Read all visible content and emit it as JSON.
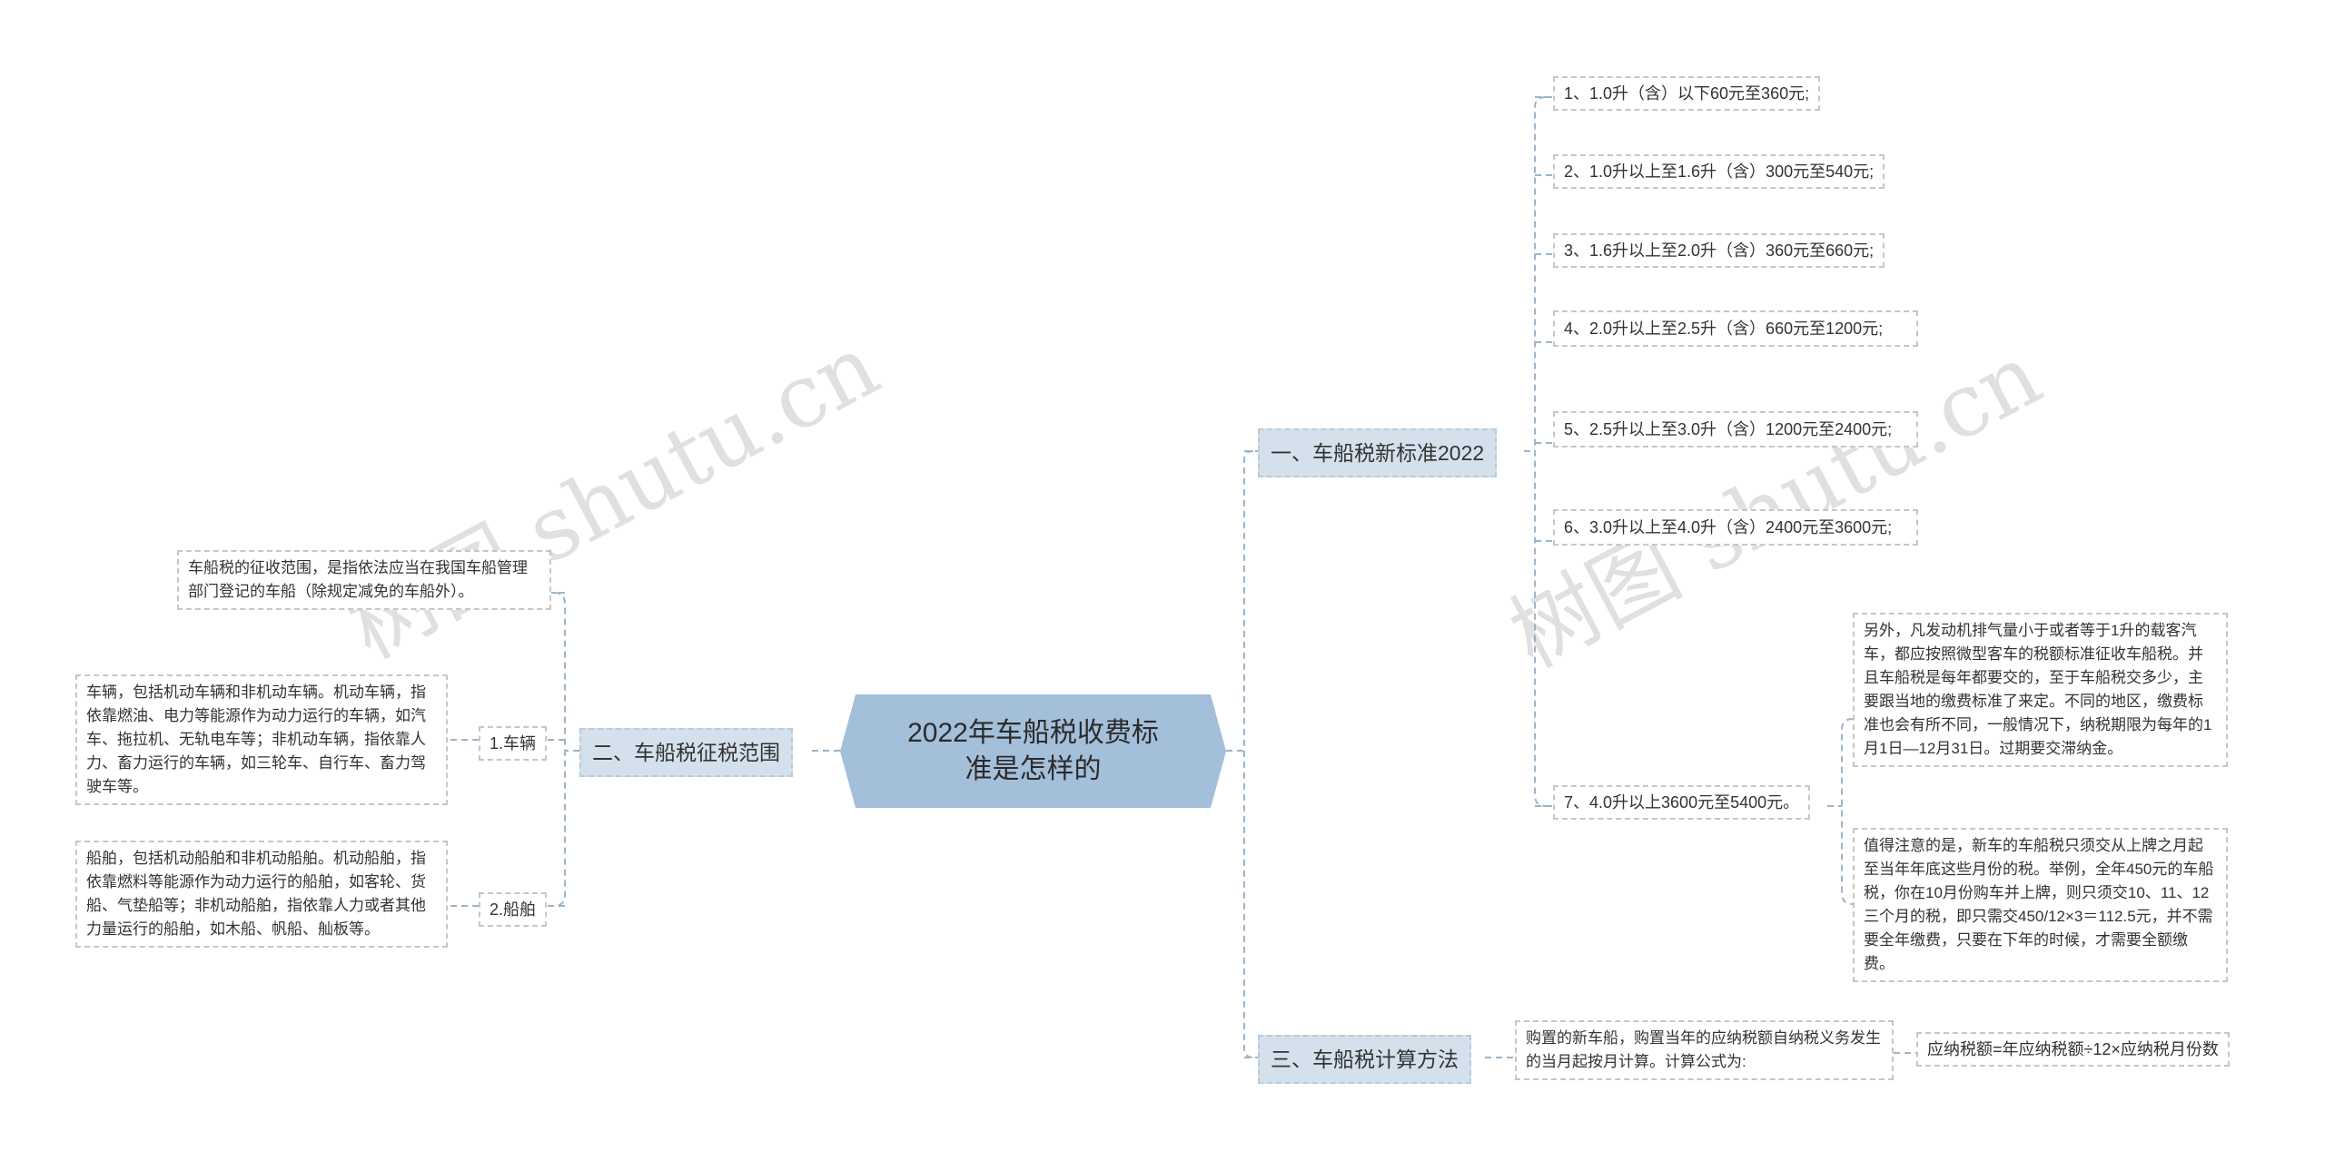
{
  "root": "2022年车船税收费标准是怎样的",
  "branch1": {
    "title": "一、车船税新标准2022",
    "items": [
      "1、1.0升（含）以下60元至360元;",
      "2、1.0升以上至1.6升（含）300元至540元;",
      "3、1.6升以上至2.0升（含）360元至660元;",
      "4、2.0升以上至2.5升（含）660元至1200元;",
      "5、2.5升以上至3.0升（含）1200元至2400元;",
      "6、3.0升以上至4.0升（含）2400元至3600元;",
      "7、4.0升以上3600元至5400元。"
    ],
    "notes": [
      "另外，凡发动机排气量小于或者等于1升的载客汽车，都应按照微型客车的税额标准征收车船税。并且车船税是每年都要交的，至于车船税交多少，主要跟当地的缴费标准了来定。不同的地区，缴费标准也会有所不同，一般情况下，纳税期限为每年的1月1日—12月31日。过期要交滞纳金。",
      "值得注意的是，新车的车船税只须交从上牌之月起至当年年底这些月份的税。举例，全年450元的车船税，你在10月份购车并上牌，则只须交10、11、12三个月的税，即只需交450/12×3＝112.5元，并不需要全年缴费，只要在下年的时候，才需要全额缴费。"
    ]
  },
  "branch2": {
    "title": "二、车船税征税范围",
    "intro": "车船税的征收范围，是指依法应当在我国车船管理部门登记的车船（除规定减免的车船外）。",
    "vehicle_label": "1.车辆",
    "vehicle_text": "车辆，包括机动车辆和非机动车辆。机动车辆，指依靠燃油、电力等能源作为动力运行的车辆，如汽车、拖拉机、无轨电车等；非机动车辆，指依靠人力、畜力运行的车辆，如三轮车、自行车、畜力驾驶车等。",
    "ship_label": "2.船舶",
    "ship_text": "船舶，包括机动船舶和非机动船舶。机动船舶，指依靠燃料等能源作为动力运行的船舶，如客轮、货船、气垫船等；非机动船舶，指依靠人力或者其他力量运行的船舶，如木船、帆船、舢板等。"
  },
  "branch3": {
    "title": "三、车船税计算方法",
    "text": "购置的新车船，购置当年的应纳税额自纳税义务发生的当月起按月计算。计算公式为:",
    "formula": "应纳税额=年应纳税额÷12×应纳税月份数"
  },
  "watermark": "树图 shutu.cn",
  "colors": {
    "root": "#a4bfd9",
    "branch": "#d4e1ec",
    "line": "#9cb4c9"
  }
}
